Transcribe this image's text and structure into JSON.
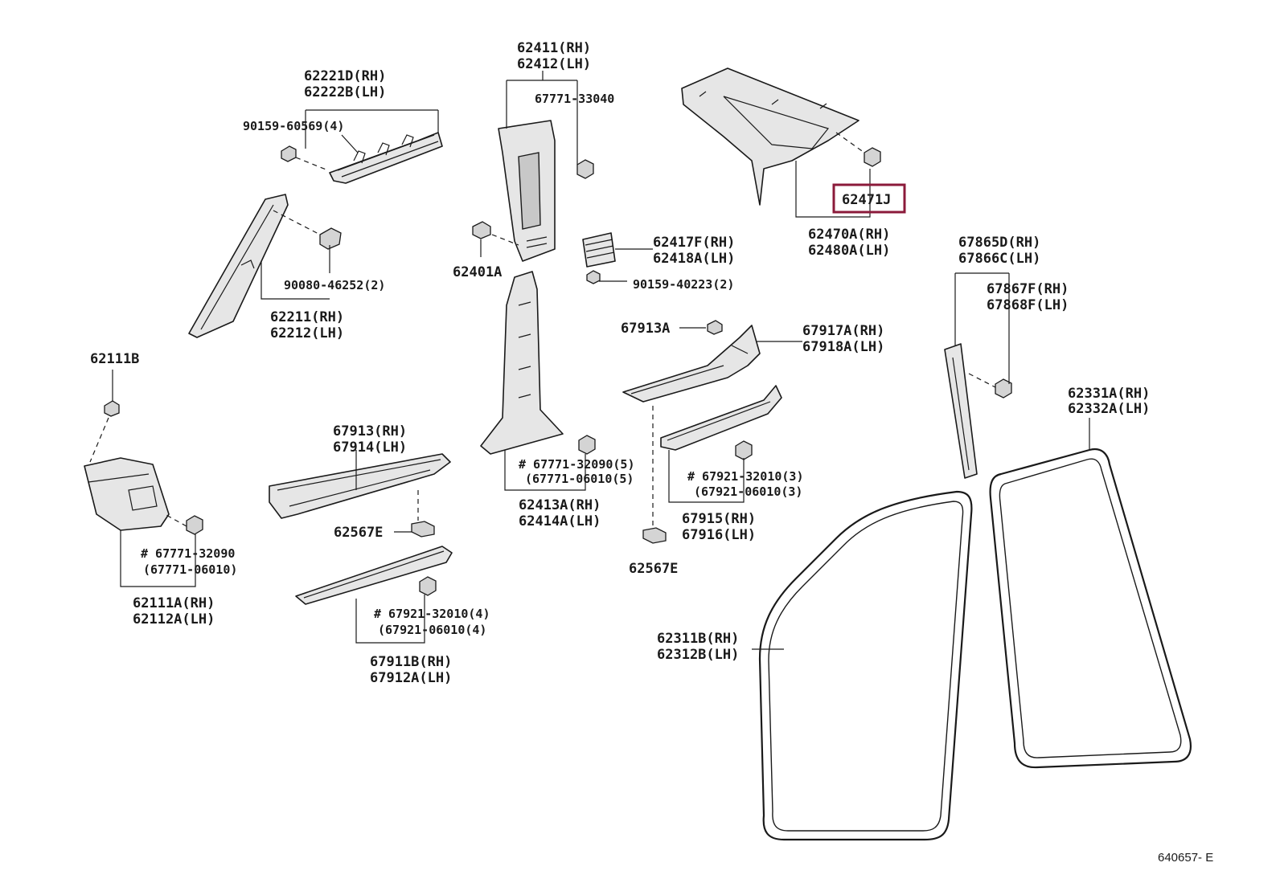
{
  "diagram_id": "640657- E",
  "highlight_color": "#8b1a3a",
  "labels": {
    "l_62221D": "62221D(RH)",
    "l_62222B": "62222B(LH)",
    "l_90159_60569": "90159-60569(4)",
    "l_90080_46252": "90080-46252(2)",
    "l_62211": "62211(RH)",
    "l_62212": "62212(LH)",
    "l_62111B": "62111B",
    "l_67771_32090a": "# 67771-32090",
    "l_67771_06010a": "(67771-06010)",
    "l_62111A": "62111A(RH)",
    "l_62112A": "62112A(LH)",
    "l_62411": "62411(RH)",
    "l_62412": "62412(LH)",
    "l_67771_33040": "67771-33040",
    "l_62401A": "62401A",
    "l_62417F": "62417F(RH)",
    "l_62418A": "62418A(LH)",
    "l_90159_40223": "90159-40223(2)",
    "l_67771_32090b": "# 67771-32090(5)",
    "l_67771_06010b": "(67771-06010(5)",
    "l_62413A": "62413A(RH)",
    "l_62414A": "62414A(LH)",
    "l_62471J": "62471J",
    "l_62470A": "62470A(RH)",
    "l_62480A": "62480A(LH)",
    "l_67913A": "67913A",
    "l_67917A": "67917A(RH)",
    "l_67918A": "67918A(LH)",
    "l_67921_32010a": "# 67921-32010(3)",
    "l_67921_06010a": "(67921-06010(3)",
    "l_67915": "67915(RH)",
    "l_67916": "67916(LH)",
    "l_62567E_a": "62567E",
    "l_62567E_b": "62567E",
    "l_67913": "67913(RH)",
    "l_67914": "67914(LH)",
    "l_67921_32010b": "# 67921-32010(4)",
    "l_67921_06010b": "(67921-06010(4)",
    "l_67911B": "67911B(RH)",
    "l_67912A": "67912A(LH)",
    "l_67865D": "67865D(RH)",
    "l_67866C": "67866C(LH)",
    "l_67867F": "67867F(RH)",
    "l_67868F": "67868F(LH)",
    "l_62331A": "62331A(RH)",
    "l_62332A": "62332A(LH)",
    "l_62311B": "62311B(RH)",
    "l_62312B": "62312B(LH)"
  }
}
